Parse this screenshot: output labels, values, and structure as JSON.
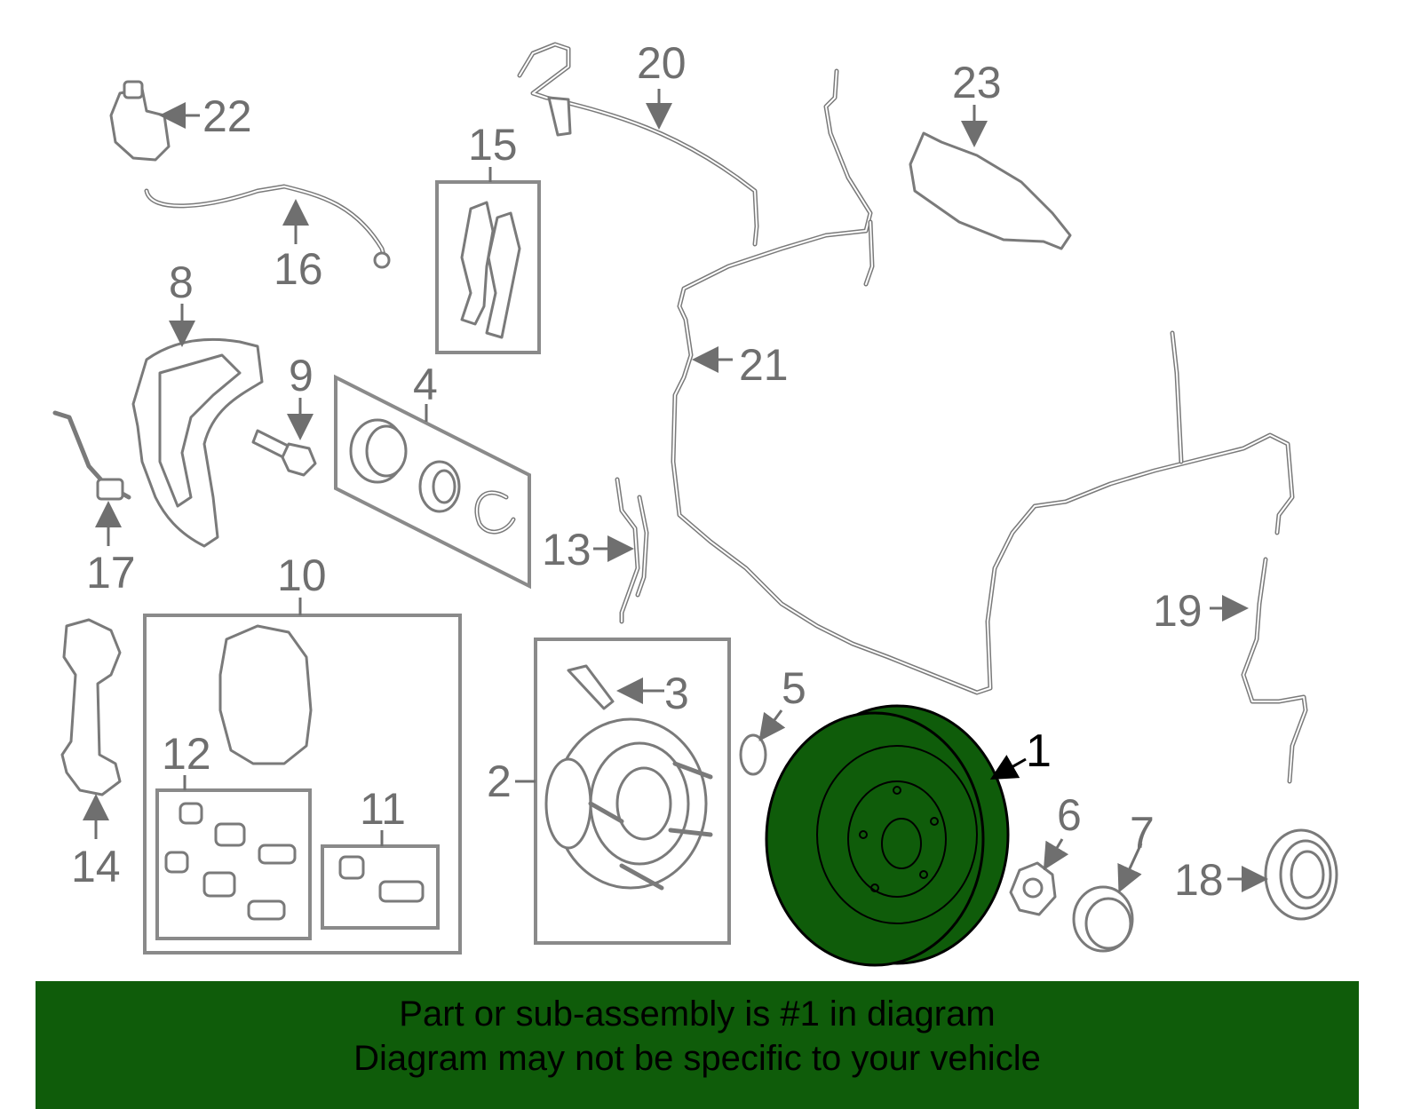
{
  "callouts": {
    "c1": "1",
    "c2": "2",
    "c3": "3",
    "c4": "4",
    "c5": "5",
    "c6": "6",
    "c7": "7",
    "c8": "8",
    "c9": "9",
    "c10": "10",
    "c11": "11",
    "c12": "12",
    "c13": "13",
    "c14": "14",
    "c15": "15",
    "c16": "16",
    "c17": "17",
    "c18": "18",
    "c19": "19",
    "c20": "20",
    "c21": "21",
    "c22": "22",
    "c23": "23"
  },
  "highlight": {
    "part_number": "1",
    "color": "#0f5c0a"
  },
  "banner": {
    "line1": "Part or sub-assembly is #1 in diagram",
    "line2": "Diagram may not be specific to your vehicle",
    "color": "#0f5c0a"
  }
}
